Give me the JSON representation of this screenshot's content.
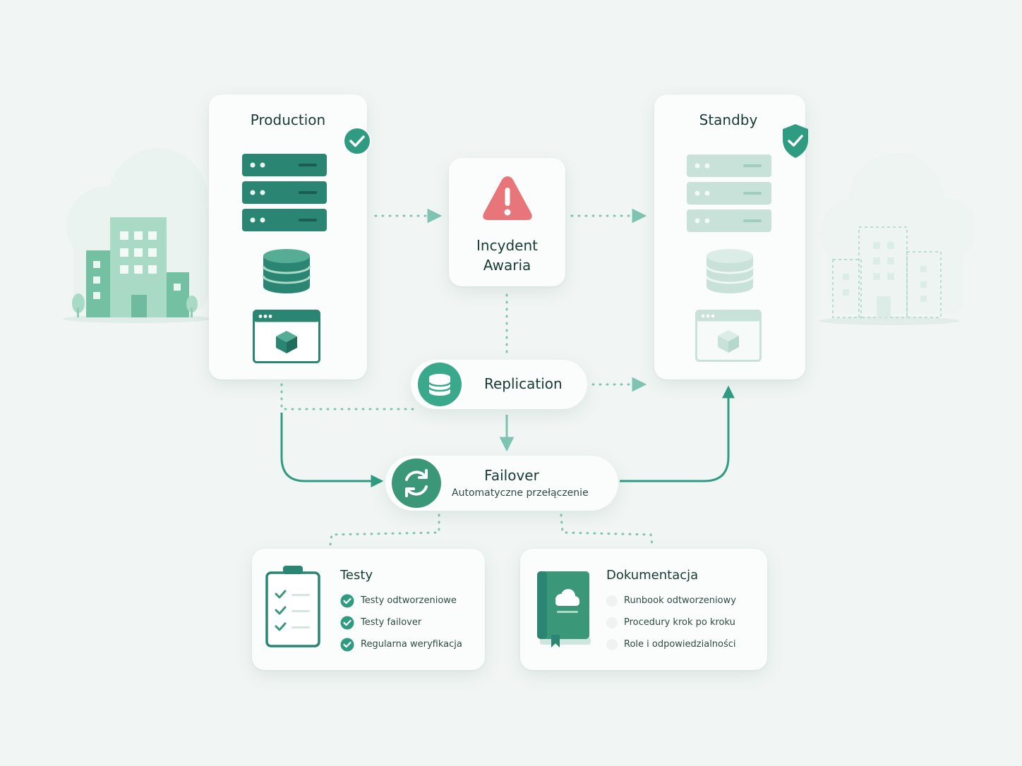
{
  "production": {
    "title": "Production",
    "status_icon": "check-circle-icon"
  },
  "standby": {
    "title": "Standby",
    "status_icon": "shield-check-icon"
  },
  "incident": {
    "line1": "Incydent",
    "line2": "Awaria",
    "icon": "warning-triangle-icon"
  },
  "replication": {
    "label": "Replication",
    "icon": "database-icon"
  },
  "failover": {
    "title": "Failover",
    "subtitle": "Automatyczne przełączenie",
    "icon": "sync-icon"
  },
  "tests": {
    "title": "Testy",
    "icon": "clipboard-checklist-icon",
    "items": [
      "Testy odtworzeniowe",
      "Testy failover",
      "Regularna weryfikacja"
    ]
  },
  "docs": {
    "title": "Dokumentacja",
    "icon": "book-cloud-icon",
    "items": [
      "Runbook odtworzeniowy",
      "Procedury krok po kroku",
      "Role i odpowiedzialności"
    ]
  },
  "colors": {
    "primary": "#2f8f78",
    "primary_dark": "#24705e",
    "pale": "#c8e2da",
    "alert": "#e8757a",
    "connector": "#7fc4b2",
    "background": "#f1f6f4"
  }
}
